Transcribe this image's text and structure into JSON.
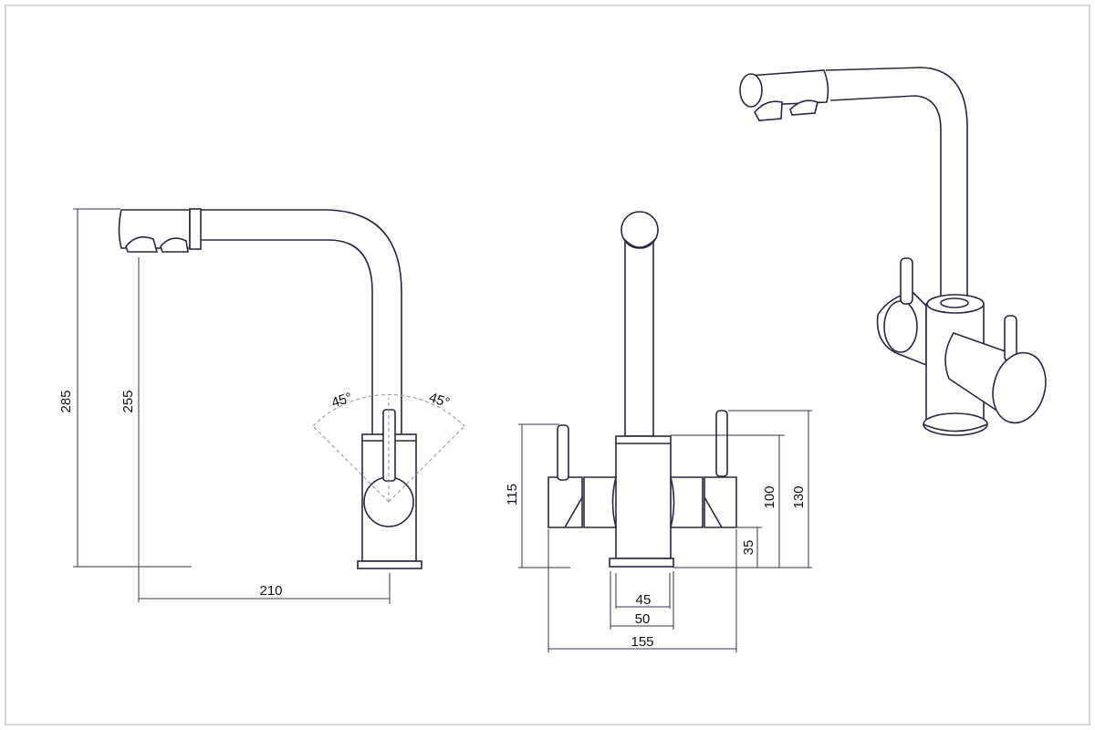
{
  "drawing": {
    "side_view": {
      "dim_total_height": "285",
      "dim_spout_height": "255",
      "dim_reach": "210",
      "angle_left": "45°",
      "angle_right": "45°"
    },
    "front_view": {
      "dim_lever_height": "115",
      "dim_body_height": "100",
      "dim_overall_height": "130",
      "dim_handle_axis": "35",
      "dim_body_width": "45",
      "dim_base_width": "50",
      "dim_overall_width": "155"
    },
    "colors": {
      "line": "#2b2740",
      "dim_line": "#3a3550",
      "angle_guide": "#9a9aa0",
      "frame": "#d8d8d8"
    }
  }
}
